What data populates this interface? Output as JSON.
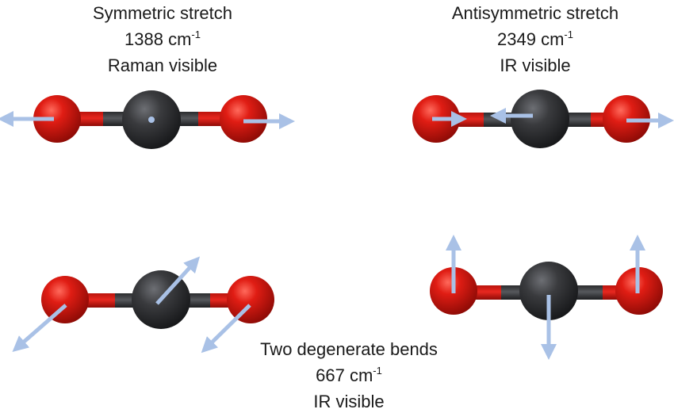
{
  "colors": {
    "oxygen": "#e01d14",
    "carbon": "#3a3b3e",
    "arrow": "#a9c1e6",
    "text": "#1a1a1a"
  },
  "modes": {
    "symmetric": {
      "title": "Symmetric stretch",
      "wavenumber": "1388 cm",
      "unit_exponent": "-1",
      "activity": "Raman visible"
    },
    "antisymmetric": {
      "title": "Antisymmetric stretch",
      "wavenumber": "2349 cm",
      "unit_exponent": "-1",
      "activity": "IR visible"
    },
    "bend": {
      "title": "Two degenerate bends",
      "wavenumber": "667 cm",
      "unit_exponent": "-1",
      "activity": "IR visible"
    }
  }
}
